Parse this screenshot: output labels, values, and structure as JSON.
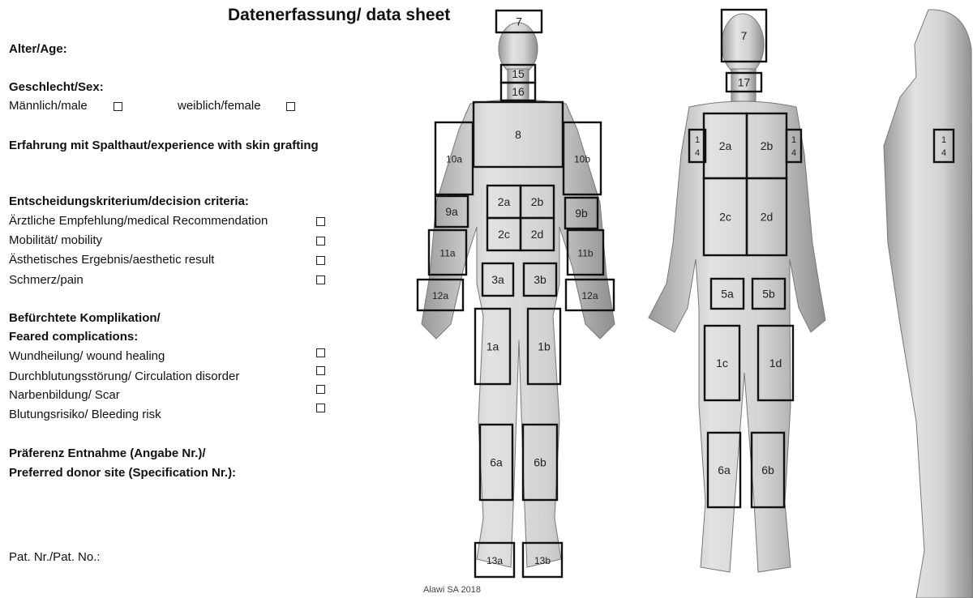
{
  "title": "Datenerfassung/ data sheet",
  "age_label": "Alter/Age:",
  "sex": {
    "label": "Geschlecht/Sex:",
    "male": "Männlich/male",
    "female": "weiblich/female"
  },
  "experience_label": "Erfahrung mit Spalthaut/experience with skin grafting",
  "criteria": {
    "label": "Entscheidungskriterium/decision criteria:",
    "options": [
      "Ärztliche Empfehlung/medical Recommendation",
      "Mobilität/ mobility",
      "Ästhetisches Ergebnis/aesthetic result",
      "Schmerz/pain"
    ]
  },
  "complications": {
    "label_line1": "Befürchtete Komplikation/",
    "label_line2": "Feared complications:",
    "options": [
      "Wundheilung/ wound healing",
      "Durchblutungsstörung/ Circulation disorder",
      "Narbenbildung/ Scar",
      "Blutungsrisiko/ Bleeding risk"
    ]
  },
  "preference": {
    "label_line1": "Präferenz Entnahme (Angabe Nr.)/",
    "label_line2": "Preferred donor site (Specification Nr.):"
  },
  "patient_label": "Pat. Nr./Pat. No.:",
  "credit": "Alawi SA 2018",
  "body_regions": {
    "front": [
      "7",
      "15",
      "16",
      "8",
      "10a",
      "10b",
      "2a",
      "2b",
      "2c",
      "2d",
      "9a",
      "9b",
      "11a",
      "11b",
      "3a",
      "3b",
      "12a",
      "12a",
      "1a",
      "1b",
      "6a",
      "6b",
      "13a",
      "13b"
    ],
    "back": [
      "7",
      "17",
      "2a",
      "2b",
      "2c",
      "2d",
      "1",
      "4",
      "1",
      "4",
      "5a",
      "5b",
      "1c",
      "1d",
      "6a",
      "6b"
    ],
    "side": [
      "1",
      "4"
    ]
  }
}
